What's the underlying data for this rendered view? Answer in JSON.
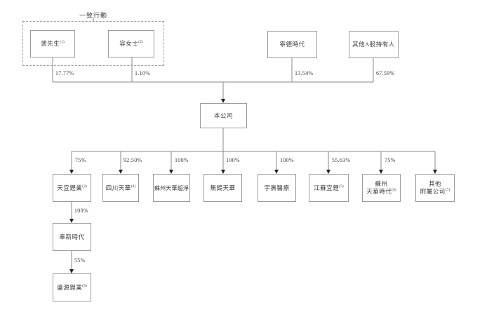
{
  "figure": {
    "type": "org-structure-diagram",
    "group_label": "一致行動",
    "colors": {
      "line": "#8a8a8a",
      "box_border": "#9b9b9b",
      "text": "#3a3a3a",
      "arrow": "#222222",
      "background": "#ffffff"
    }
  },
  "shareholders": {
    "pei": {
      "name": "裴先生",
      "note": "(1)",
      "pct": "17.77%"
    },
    "rong": {
      "name": "容女士",
      "note": "(2)",
      "pct": "1.10%"
    },
    "catl": {
      "name": "寧德時代",
      "pct": "13.54%"
    },
    "other_a_holders": {
      "name": "其他A股持有人",
      "pct": "67.59%"
    }
  },
  "company": {
    "name": "本公司"
  },
  "subsidiaries": {
    "tianyi": {
      "name": "天宜鋰業",
      "note": "(3)",
      "pct": "75%"
    },
    "sichuan_tianhua": {
      "name": "四川天華",
      "note": "(4)",
      "pct": "92.50%"
    },
    "suzhou_ultra_clean": {
      "name": "蘇州天華超淨",
      "pct": "100%"
    },
    "wuxi_tianhua": {
      "name": "無錫天華",
      "pct": "100%"
    },
    "yushou_medical": {
      "name": "宇壽醫療",
      "pct": "100%"
    },
    "jiangsu_yili": {
      "name": "江蘇宜鋰",
      "note": "(5)",
      "pct": "55.63%"
    },
    "suzhou_tianhua_shidai": {
      "line1": "蘇州",
      "line2": "天華時代",
      "note": "(6)",
      "pct": "75%"
    },
    "other_subsidiaries": {
      "line1": "其他",
      "line2": "附屬公司",
      "note": "(7)"
    }
  },
  "sub_chain": {
    "fengxin_shidai": {
      "name": "奉新時代",
      "pct": "100%"
    },
    "shengyuan": {
      "name": "盛源鋰業",
      "note": "(8)",
      "pct": "55%"
    }
  }
}
